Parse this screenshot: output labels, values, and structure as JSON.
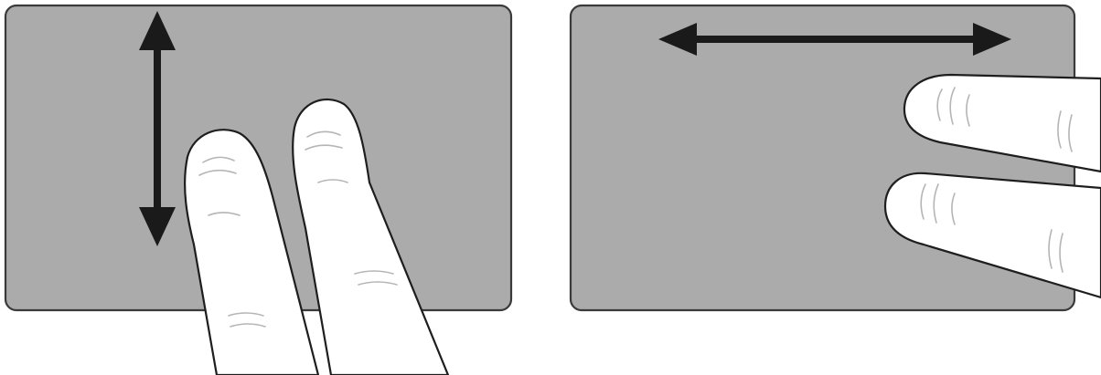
{
  "gestures": [
    {
      "name": "two-finger-scroll-vertical",
      "direction": "vertical",
      "fingers": 2
    },
    {
      "name": "two-finger-scroll-horizontal",
      "direction": "horizontal",
      "fingers": 2
    }
  ],
  "colors": {
    "touchpad": "#ababab",
    "touchpad_border": "#3a3a3a",
    "arrow": "#1a1a1a",
    "finger": "#ffffff",
    "background": "#ffffff"
  },
  "icons": [
    "double-headed-vertical-arrow-icon",
    "double-headed-horizontal-arrow-icon",
    "finger-icon"
  ]
}
